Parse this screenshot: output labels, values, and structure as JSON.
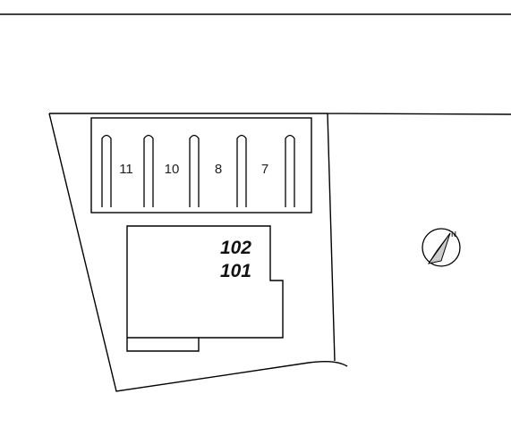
{
  "site_plan": {
    "parking_spaces": [
      {
        "number": "11"
      },
      {
        "number": "10"
      },
      {
        "number": "8"
      },
      {
        "number": "7"
      }
    ],
    "building": {
      "units": [
        "102",
        "101"
      ]
    },
    "compass": {
      "label": "N",
      "icon": "north-arrow-icon"
    }
  },
  "colors": {
    "line": "#000000",
    "background": "#ffffff"
  }
}
